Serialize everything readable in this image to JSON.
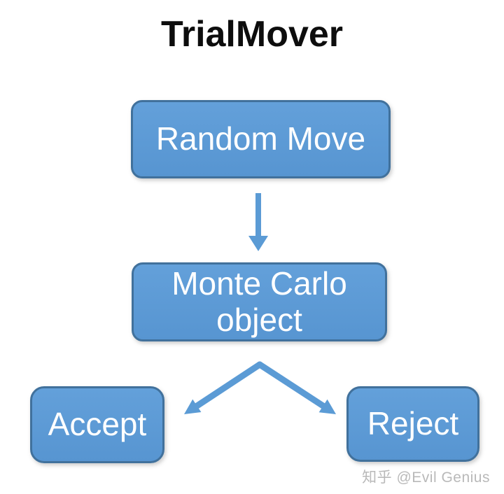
{
  "title": "TrialMover",
  "watermark": "知乎 @Evil Genius",
  "colors": {
    "background": "#ffffff",
    "title_text": "#0d0d0d",
    "node_fill": "#5b9bd5",
    "node_border": "#41719c",
    "node_text": "#ffffff",
    "arrow": "#5b9bd5",
    "watermark_text": "#b9b9b9"
  },
  "diagram": {
    "type": "flowchart",
    "nodes": [
      {
        "id": "random-move",
        "label": "Random Move"
      },
      {
        "id": "monte-carlo",
        "label": "Monte Carlo object"
      },
      {
        "id": "accept",
        "label": "Accept"
      },
      {
        "id": "reject",
        "label": "Reject"
      }
    ],
    "edges": [
      {
        "from": "random-move",
        "to": "monte-carlo"
      },
      {
        "from": "monte-carlo",
        "to": "accept"
      },
      {
        "from": "monte-carlo",
        "to": "reject"
      }
    ]
  }
}
